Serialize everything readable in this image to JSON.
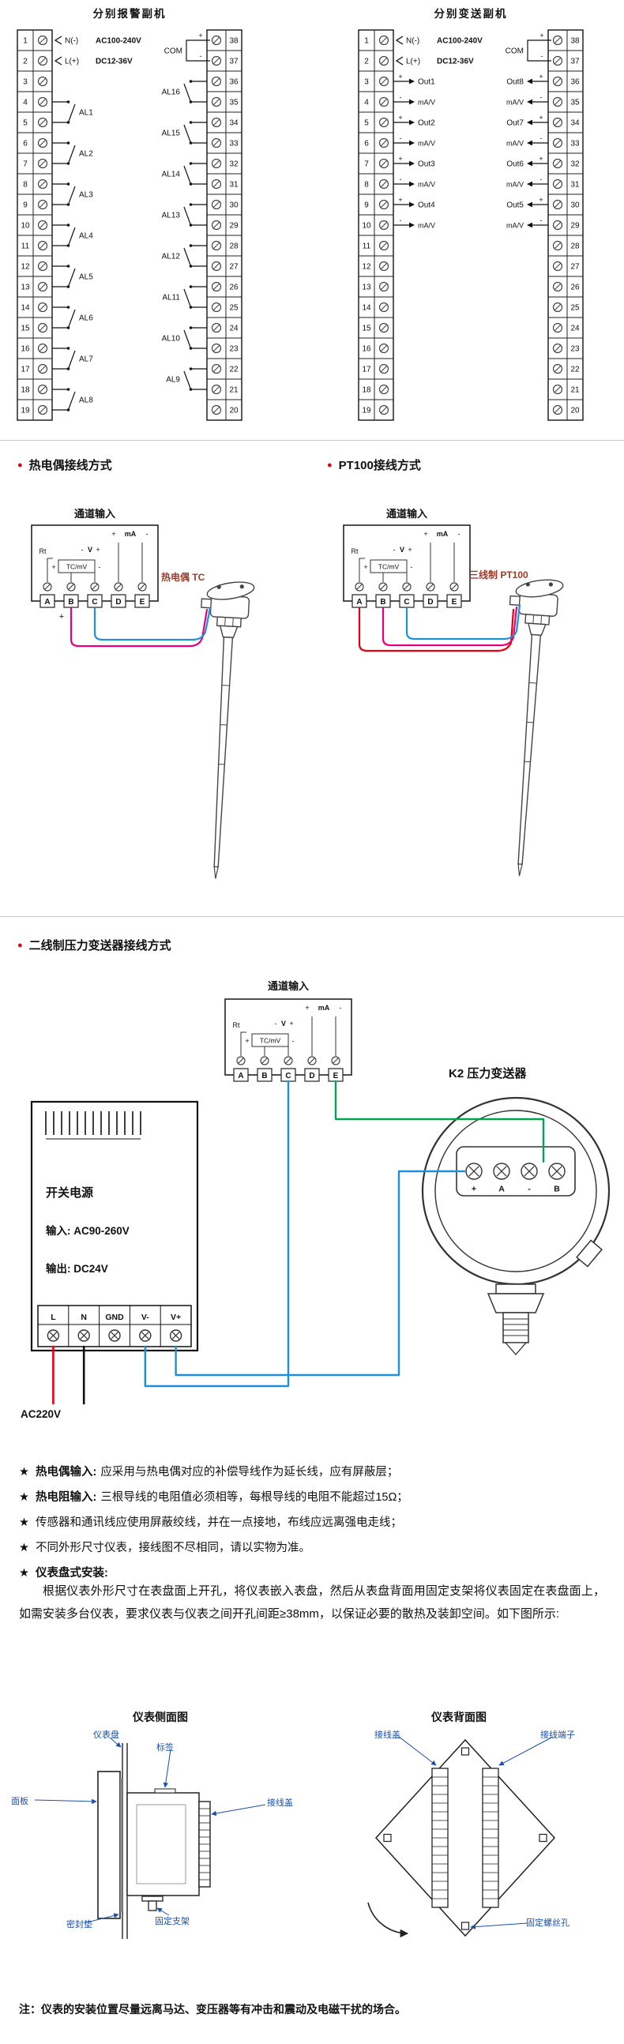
{
  "signs": {
    "plus": "+",
    "minus": "-"
  },
  "bullet": "●",
  "channel_box": {
    "title": "通道输入",
    "terminals": [
      "A",
      "B",
      "C",
      "D",
      "E"
    ],
    "inner": {
      "rt": "Rt",
      "tcmv": "TC/mV",
      "v": "V",
      "ma": "mA"
    }
  },
  "terminal_section": {
    "left_block": {
      "title": "分别报警副机",
      "left_numbers": [
        "1",
        "2",
        "3",
        "4",
        "5",
        "6",
        "7",
        "8",
        "9",
        "10",
        "11",
        "12",
        "13",
        "14",
        "15",
        "16",
        "17",
        "18",
        "19"
      ],
      "right_numbers": [
        "38",
        "37",
        "36",
        "35",
        "34",
        "33",
        "32",
        "31",
        "30",
        "29",
        "28",
        "27",
        "26",
        "25",
        "24",
        "23",
        "22",
        "21",
        "20"
      ],
      "power": {
        "n": "N(-)",
        "l": "L(+)",
        "line1": "AC100-240V",
        "line2": "DC12-36V"
      },
      "com": "COM",
      "left_relays": [
        "AL1",
        "AL2",
        "AL3",
        "AL4",
        "AL5",
        "AL6",
        "AL7",
        "AL8"
      ],
      "right_relays": [
        "AL16",
        "AL15",
        "AL14",
        "AL13",
        "AL12",
        "AL11",
        "AL10",
        "AL9"
      ]
    },
    "right_block": {
      "title": "分别变送副机",
      "left_numbers": [
        "1",
        "2",
        "3",
        "4",
        "5",
        "6",
        "7",
        "8",
        "9",
        "10",
        "11",
        "12",
        "13",
        "14",
        "15",
        "16",
        "17",
        "18",
        "19"
      ],
      "right_numbers": [
        "38",
        "37",
        "36",
        "35",
        "34",
        "33",
        "32",
        "31",
        "30",
        "29",
        "28",
        "27",
        "26",
        "25",
        "24",
        "23",
        "22",
        "21",
        "20"
      ],
      "power": {
        "n": "N(-)",
        "l": "L(+)",
        "line1": "AC100-240V",
        "line2": "DC12-36V"
      },
      "com": "COM",
      "left_outputs": [
        {
          "label": "Out1",
          "unit": "mA/V"
        },
        {
          "label": "Out2",
          "unit": "mA/V"
        },
        {
          "label": "Out3",
          "unit": "mA/V"
        },
        {
          "label": "Out4",
          "unit": "mA/V"
        }
      ],
      "right_outputs": [
        {
          "label": "Out8",
          "unit": "mA/V"
        },
        {
          "label": "Out7",
          "unit": "mA/V"
        },
        {
          "label": "Out6",
          "unit": "mA/V"
        },
        {
          "label": "Out5",
          "unit": "mA/V"
        }
      ]
    }
  },
  "tc_section": {
    "title": "热电偶接线方式",
    "probe_label": "热电偶 TC"
  },
  "pt_section": {
    "title": "PT100接线方式",
    "probe_label": "三线制 PT100"
  },
  "pressure_section": {
    "title": "二线制压力变送器接线方式",
    "k2_label": "K2 压力变送器",
    "psu": {
      "name": "开关电源",
      "input": "输入: AC90-260V",
      "output": "输出: DC24V",
      "terminals": [
        "L",
        "N",
        "GND",
        "V-",
        "V+"
      ]
    },
    "ac_label": "AC220V",
    "transmitter_terminals": [
      "+",
      "A",
      "-",
      "B"
    ]
  },
  "notes": {
    "stars": [
      {
        "star": "★",
        "bold": "热电偶输入:",
        "text": "应采用与热电偶对应的补偿导线作为延长线，应有屏蔽层；"
      },
      {
        "star": "★",
        "bold": "热电阻输入:",
        "text": "三根导线的电阻值必须相等，每根导线的电阻不能超过15Ω；"
      },
      {
        "star": "★",
        "bold": "",
        "text": "传感器和通讯线应使用屏蔽绞线，并在一点接地，布线应远离强电走线；"
      },
      {
        "star": "★",
        "bold": "",
        "text": "不同外形尺寸仪表，接线图不尽相同，请以实物为准。"
      },
      {
        "star": "★",
        "bold": "仪表盘式安装:",
        "text": ""
      }
    ],
    "install_para": "根据仪表外形尺寸在表盘面上开孔，将仪表嵌入表盘，然后从表盘背面用固定支架将仪表固定在表盘面上，如需安装多台仪表，要求仪表与仪表之间开孔间距≥38mm，以保证必要的散热及装卸空间。如下图所示:"
  },
  "install": {
    "side_title": "仪表侧面图",
    "back_title": "仪表背面图",
    "labels": {
      "panel_board": "仪表盘",
      "front_panel": "面板",
      "tag": "标签",
      "wire_cover_side": "接线盖",
      "gasket": "密封垫",
      "bracket": "固定支架",
      "wire_cover_back": "接线盖",
      "terminal_block": "接线端子",
      "screw_hole": "固定螺丝孔"
    }
  },
  "footer_note": "注：仪表的安装位置尽量远离马达、变压器等有冲击和震动及电磁干扰的场合。",
  "colors": {
    "wire_pink": "#e5007e",
    "wire_blue": "#1e90d6",
    "wire_red": "#e60012",
    "wire_green": "#00a551",
    "wire_black": "#111111",
    "callout_blue": "#1b50a8",
    "probe_label_red": "#9e3a28",
    "bullet_red": "#e60012"
  }
}
